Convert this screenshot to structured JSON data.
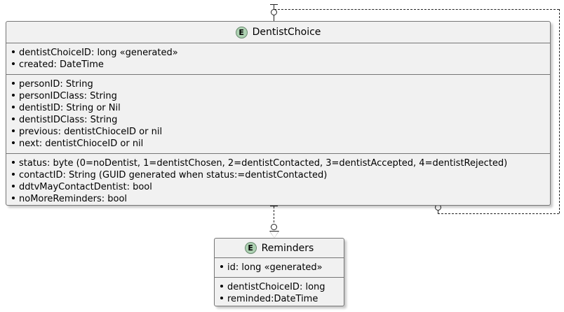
{
  "diagram": {
    "type": "uml-entity-relationship",
    "background_color": "#ffffff",
    "entity_fill": "#f1f1f1",
    "entity_border": "#767676",
    "icon_fill": "#ADD1B2",
    "line_color": "#222222"
  },
  "entities": [
    {
      "id": "dentistchoice",
      "name": "DentistChoice",
      "icon_letter": "E",
      "icon_name": "entity-icon",
      "compartments": [
        {
          "name": "identity-compartment",
          "attributes": [
            "dentistChoiceID: long «generated»",
            "created: DateTime"
          ]
        },
        {
          "name": "reference-compartment",
          "attributes": [
            "personID: String",
            "personIDClass: String",
            "dentistID: String or Nil",
            "dentistIDClass: String",
            "previous: dentistChioceID or nil",
            "next: dentistChioceID or nil"
          ]
        },
        {
          "name": "status-compartment",
          "attributes": [
            "status: byte (0=noDentist, 1=dentistChosen, 2=dentistContacted, 3=dentistAccepted, 4=dentistRejected)",
            "contactID: String (GUID generated when status:=dentistContacted)",
            "ddtvMayContactDentist: bool",
            "noMoreReminders: bool"
          ]
        }
      ]
    },
    {
      "id": "reminders",
      "name": "Reminders",
      "icon_letter": "E",
      "icon_name": "entity-icon",
      "compartments": [
        {
          "name": "identity-compartment",
          "attributes": [
            "id: long «generated»"
          ]
        },
        {
          "name": "reference-compartment",
          "attributes": [
            "dentistChoiceID: long",
            "reminded:DateTime"
          ]
        }
      ]
    }
  ],
  "relationships": [
    {
      "name": "dentistchoice-to-reminders",
      "from": "DentistChoice",
      "to": "Reminders",
      "from_multiplicity": "1",
      "to_multiplicity": "0..1",
      "line_style": "dashed",
      "arrow": "hollow-triangle"
    },
    {
      "name": "dentistchoice-self-loop-previous",
      "from": "DentistChoice",
      "to": "DentistChoice",
      "from_multiplicity": "0",
      "to_multiplicity": "0",
      "line_style": "dashed",
      "arrow": "none"
    }
  ]
}
